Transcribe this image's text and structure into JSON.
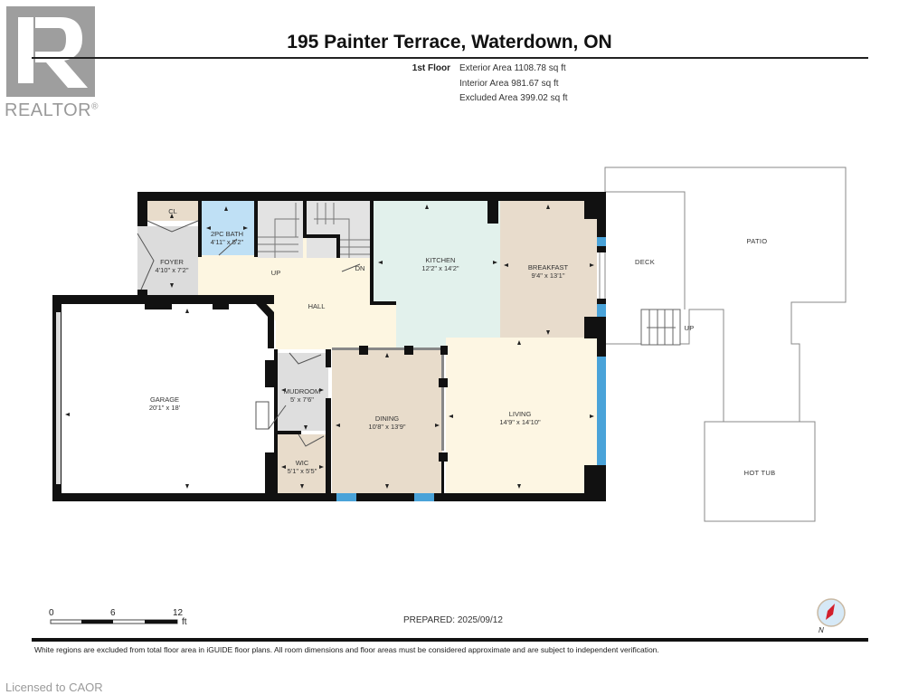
{
  "logo": {
    "letter": "R",
    "wordmark": "REALTOR",
    "registered": "®"
  },
  "header": {
    "title": "195 Painter Terrace, Waterdown, ON",
    "floor_label": "1st Floor",
    "areas": [
      "Exterior Area 1108.78 sq ft",
      "Interior Area 981.67 sq ft",
      "Excluded Area 399.02 sq ft"
    ]
  },
  "rooms": {
    "cl": {
      "name": "CL"
    },
    "bath": {
      "name": "2PC BATH",
      "dims": "4'11\" x 5'2\""
    },
    "foyer": {
      "name": "FOYER",
      "dims": "4'10\" x 7'2\""
    },
    "hall": {
      "name": "HALL"
    },
    "stairs_up": {
      "name": "UP"
    },
    "stairs_dn": {
      "name": "DN"
    },
    "kitchen": {
      "name": "KITCHEN",
      "dims": "12'2\" x 14'2\""
    },
    "breakfast": {
      "name": "BREAKFAST",
      "dims": "9'4\" x 13'1\""
    },
    "garage": {
      "name": "GARAGE",
      "dims": "20'1\" x 18'"
    },
    "mudroom": {
      "name": "MUDROOM",
      "dims": "5' x 7'6\""
    },
    "wic": {
      "name": "WIC",
      "dims": "5'1\" x 5'5\""
    },
    "dining": {
      "name": "DINING",
      "dims": "10'8\" x 13'9\""
    },
    "living": {
      "name": "LIVING",
      "dims": "14'9\" x 14'10\""
    }
  },
  "outdoor": {
    "deck": "DECK",
    "patio": "PATIO",
    "deck_stairs": "UP",
    "hot_tub": "HOT TUB"
  },
  "colors": {
    "wall": "#111111",
    "cl": "#e8dccb",
    "bath": "#bfe0f5",
    "foyer": "#dcdcdc",
    "hall": "#fdf6e1",
    "stairs": "#e3e3e3",
    "kitchen": "#e2f1ec",
    "breakfast": "#e8dccc",
    "garage": "#ffffff",
    "mudroom": "#dedede",
    "wic": "#e8dccb",
    "dining": "#e8dccb",
    "living": "#fdf6e3",
    "window": "#4aa3d9"
  },
  "scale": {
    "ticks": [
      "0",
      "6",
      "12"
    ],
    "unit": "ft"
  },
  "prepared": "PREPARED: 2025/09/12",
  "compass": {
    "label": "N"
  },
  "disclaimer": "White regions are excluded from total floor area in iGUIDE floor plans. All room dimensions and floor areas must be considered approximate and are subject to independent verification.",
  "footer": {
    "licensed": "Licensed to CAOR"
  }
}
